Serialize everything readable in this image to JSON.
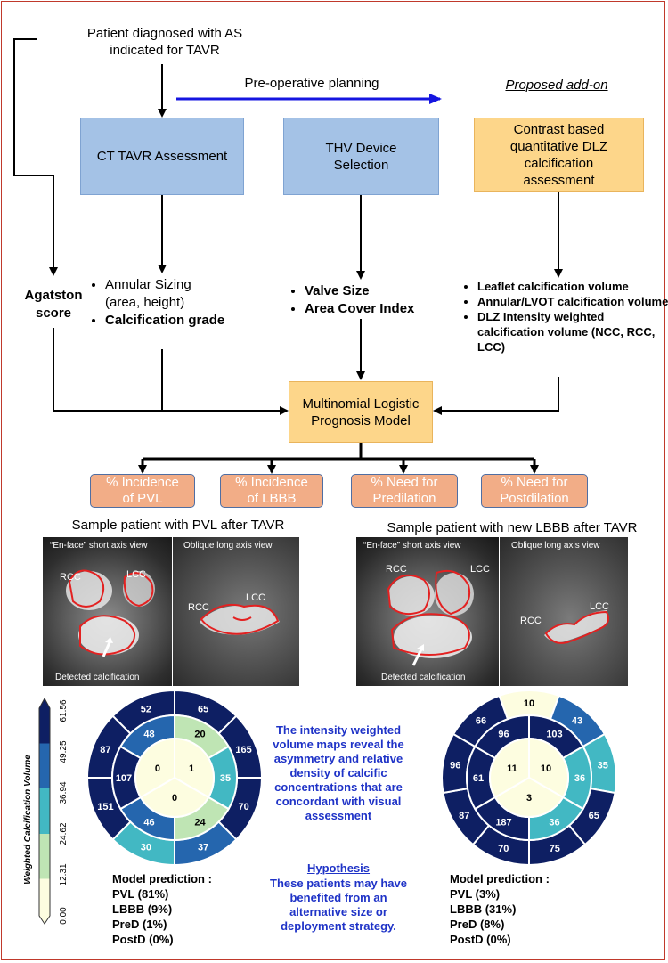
{
  "flow": {
    "top_label": "Patient diagnosed with AS indicated for TAVR",
    "preop_label": "Pre-operative planning",
    "addon_label": "Proposed add-on",
    "box_ct": "CT TAVR Assessment",
    "box_thv": "THV Device Selection",
    "box_dlz": "Contrast based quantitative DLZ calcification assessment",
    "agatston": "Agatston score",
    "ct_items": [
      "Annular Sizing (area, height)",
      "Calcification grade"
    ],
    "thv_items": [
      "Valve Size",
      "Area Cover Index"
    ],
    "dlz_items": [
      "Leaflet calcification volume",
      "Annular/LVOT calcification volume",
      "DLZ Intensity weighted calcification volume (NCC, RCC, LCC)"
    ],
    "model_box": "Multinomial Logistic Prognosis Model",
    "outputs": [
      "% Incidence of PVL",
      "% Incidence of LBBB",
      "% Need for Predilation",
      "% Need for Postdilation"
    ]
  },
  "samples": {
    "left_title": "Sample patient with PVL after TAVR",
    "right_title": "Sample patient with new LBBB  after TAVR",
    "short_axis": "“En-face” short axis view",
    "long_axis": "Oblique long axis view",
    "detected": "Detected calcification",
    "rcc": "RCC",
    "lcc": "LCC"
  },
  "colorbar": {
    "title": "Weighted Calcification Volume",
    "ticks": [
      "0.00",
      "12.31",
      "24.62",
      "36.94",
      "49.25",
      "61.56"
    ],
    "colors": [
      "#fdfde0",
      "#bfe5b4",
      "#42b8c3",
      "#2566ae",
      "#0e1f63"
    ]
  },
  "bullseye_left": {
    "outer": [
      "65",
      "165",
      "70",
      "37",
      "30",
      "151",
      "87",
      "52"
    ],
    "middle": [
      "20",
      "35",
      "24",
      "46",
      "107",
      "48"
    ],
    "inner": [
      "1",
      "0",
      "0"
    ]
  },
  "bullseye_right": {
    "outer": [
      "10",
      "43",
      "35",
      "65",
      "75",
      "70",
      "87",
      "96",
      "66"
    ],
    "middle": [
      "103",
      "36",
      "36",
      "187",
      "61",
      "96"
    ],
    "inner": [
      "10",
      "3",
      "11"
    ]
  },
  "center_text": "The intensity weighted volume maps reveal the asymmetry and relative density of calcific concentrations that are concordant with visual assessment",
  "hypothesis_title": "Hypothesis",
  "hypothesis_text": "These patients may have benefited from an alternative size or deployment strategy.",
  "prediction_left": {
    "title": "Model prediction :",
    "lines": [
      "PVL (81%)",
      "LBBB (9%)",
      "PreD (1%)",
      "PostD (0%)"
    ]
  },
  "prediction_right": {
    "title": "Model  prediction :",
    "lines": [
      "PVL (3%)",
      "LBBB (31%)",
      "PreD (8%)",
      "PostD (0%)"
    ]
  }
}
